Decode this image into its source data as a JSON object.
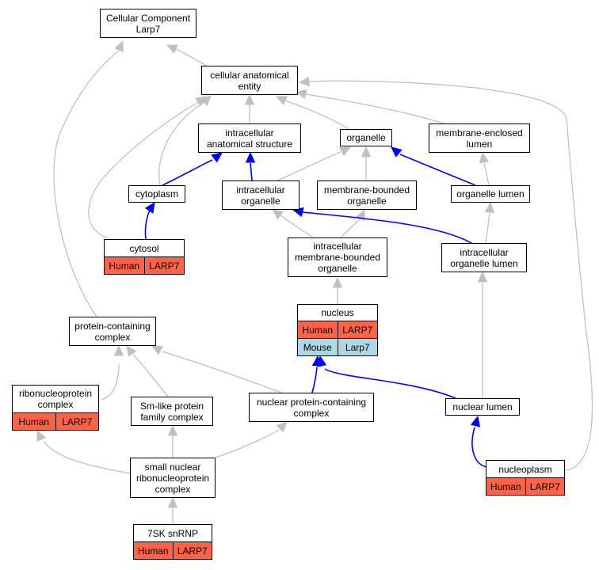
{
  "colors": {
    "human_row": "#ff6347",
    "mouse_row": "#add8e6",
    "edge_gray": "#c0c0c0",
    "edge_blue": "#0000ff"
  },
  "nodes": {
    "cellular_component": {
      "title": "Cellular Component\nLarp7",
      "rows": []
    },
    "cellular_anatomical_entity": {
      "title": "cellular anatomical\nentity",
      "rows": []
    },
    "intracellular_anatomical_structure": {
      "title": "intracellular\nanatomical structure",
      "rows": []
    },
    "organelle": {
      "title": "organelle",
      "rows": []
    },
    "membrane_enclosed_lumen": {
      "title": "membrane-enclosed\nlumen",
      "rows": []
    },
    "cytoplasm": {
      "title": "cytoplasm",
      "rows": []
    },
    "intracellular_organelle": {
      "title": "intracellular\norganelle",
      "rows": []
    },
    "membrane_bounded_organelle": {
      "title": "membrane-bounded\norganelle",
      "rows": []
    },
    "organelle_lumen": {
      "title": "organelle lumen",
      "rows": []
    },
    "cytosol": {
      "title": "cytosol",
      "rows": [
        {
          "species": "Human",
          "gene": "LARP7"
        }
      ]
    },
    "intracellular_membrane_bounded_organelle": {
      "title": "intracellular\nmembrane-bounded\norganelle",
      "rows": []
    },
    "intracellular_organelle_lumen": {
      "title": "intracellular\norganelle lumen",
      "rows": []
    },
    "nucleus": {
      "title": "nucleus",
      "rows": [
        {
          "species": "Human",
          "gene": "LARP7"
        },
        {
          "species": "Mouse",
          "gene": "Larp7"
        }
      ]
    },
    "protein_containing_complex": {
      "title": "protein-containing\ncomplex",
      "rows": []
    },
    "ribonucleoprotein_complex": {
      "title": "ribonucleoprotein\ncomplex",
      "rows": [
        {
          "species": "Human",
          "gene": "LARP7"
        }
      ]
    },
    "sm_like_protein_family_complex": {
      "title": "Sm-like protein\nfamily complex",
      "rows": []
    },
    "nuclear_protein_containing_complex": {
      "title": "nuclear protein-containing\ncomplex",
      "rows": []
    },
    "nuclear_lumen": {
      "title": "nuclear lumen",
      "rows": []
    },
    "small_nuclear_ribonucleoprotein_complex": {
      "title": "small nuclear\nribonucleoprotein\ncomplex",
      "rows": []
    },
    "nucleoplasm": {
      "title": "nucleoplasm",
      "rows": [
        {
          "species": "Human",
          "gene": "LARP7"
        }
      ]
    },
    "7sk_snrnp": {
      "title": "7SK snRNP",
      "rows": [
        {
          "species": "Human",
          "gene": "LARP7"
        }
      ]
    }
  },
  "edges": [
    {
      "from": "cellular_anatomical_entity",
      "to": "cellular_component",
      "color": "gray"
    },
    {
      "from": "protein_containing_complex",
      "to": "cellular_component",
      "color": "gray"
    },
    {
      "from": "intracellular_anatomical_structure",
      "to": "cellular_anatomical_entity",
      "color": "gray"
    },
    {
      "from": "organelle",
      "to": "cellular_anatomical_entity",
      "color": "gray"
    },
    {
      "from": "membrane_enclosed_lumen",
      "to": "cellular_anatomical_entity",
      "color": "gray"
    },
    {
      "from": "cytoplasm",
      "to": "cellular_anatomical_entity",
      "color": "gray"
    },
    {
      "from": "cytosol",
      "to": "cellular_anatomical_entity",
      "color": "gray"
    },
    {
      "from": "nucleoplasm",
      "to": "cellular_anatomical_entity",
      "color": "gray"
    },
    {
      "from": "cytoplasm",
      "to": "intracellular_anatomical_structure",
      "color": "blue"
    },
    {
      "from": "intracellular_organelle",
      "to": "intracellular_anatomical_structure",
      "color": "blue"
    },
    {
      "from": "intracellular_organelle",
      "to": "organelle",
      "color": "gray"
    },
    {
      "from": "membrane_bounded_organelle",
      "to": "organelle",
      "color": "gray"
    },
    {
      "from": "organelle_lumen",
      "to": "organelle",
      "color": "blue"
    },
    {
      "from": "organelle_lumen",
      "to": "membrane_enclosed_lumen",
      "color": "gray"
    },
    {
      "from": "cytosol",
      "to": "cytoplasm",
      "color": "blue"
    },
    {
      "from": "intracellular_membrane_bounded_organelle",
      "to": "intracellular_organelle",
      "color": "gray"
    },
    {
      "from": "intracellular_membrane_bounded_organelle",
      "to": "membrane_bounded_organelle",
      "color": "gray"
    },
    {
      "from": "intracellular_organelle_lumen",
      "to": "intracellular_organelle",
      "color": "blue"
    },
    {
      "from": "intracellular_organelle_lumen",
      "to": "organelle_lumen",
      "color": "gray"
    },
    {
      "from": "nucleus",
      "to": "intracellular_membrane_bounded_organelle",
      "color": "gray"
    },
    {
      "from": "nuclear_lumen",
      "to": "intracellular_organelle_lumen",
      "color": "gray"
    },
    {
      "from": "nuclear_lumen",
      "to": "nucleus",
      "color": "blue"
    },
    {
      "from": "nuclear_protein_containing_complex",
      "to": "nucleus",
      "color": "blue"
    },
    {
      "from": "nucleoplasm",
      "to": "nuclear_lumen",
      "color": "blue"
    },
    {
      "from": "ribonucleoprotein_complex",
      "to": "protein_containing_complex",
      "color": "gray"
    },
    {
      "from": "sm_like_protein_family_complex",
      "to": "protein_containing_complex",
      "color": "gray"
    },
    {
      "from": "nuclear_protein_containing_complex",
      "to": "protein_containing_complex",
      "color": "gray"
    },
    {
      "from": "small_nuclear_ribonucleoprotein_complex",
      "to": "ribonucleoprotein_complex",
      "color": "gray"
    },
    {
      "from": "small_nuclear_ribonucleoprotein_complex",
      "to": "sm_like_protein_family_complex",
      "color": "gray"
    },
    {
      "from": "small_nuclear_ribonucleoprotein_complex",
      "to": "nuclear_protein_containing_complex",
      "color": "gray"
    },
    {
      "from": "7sk_snrnp",
      "to": "small_nuclear_ribonucleoprotein_complex",
      "color": "gray"
    }
  ]
}
